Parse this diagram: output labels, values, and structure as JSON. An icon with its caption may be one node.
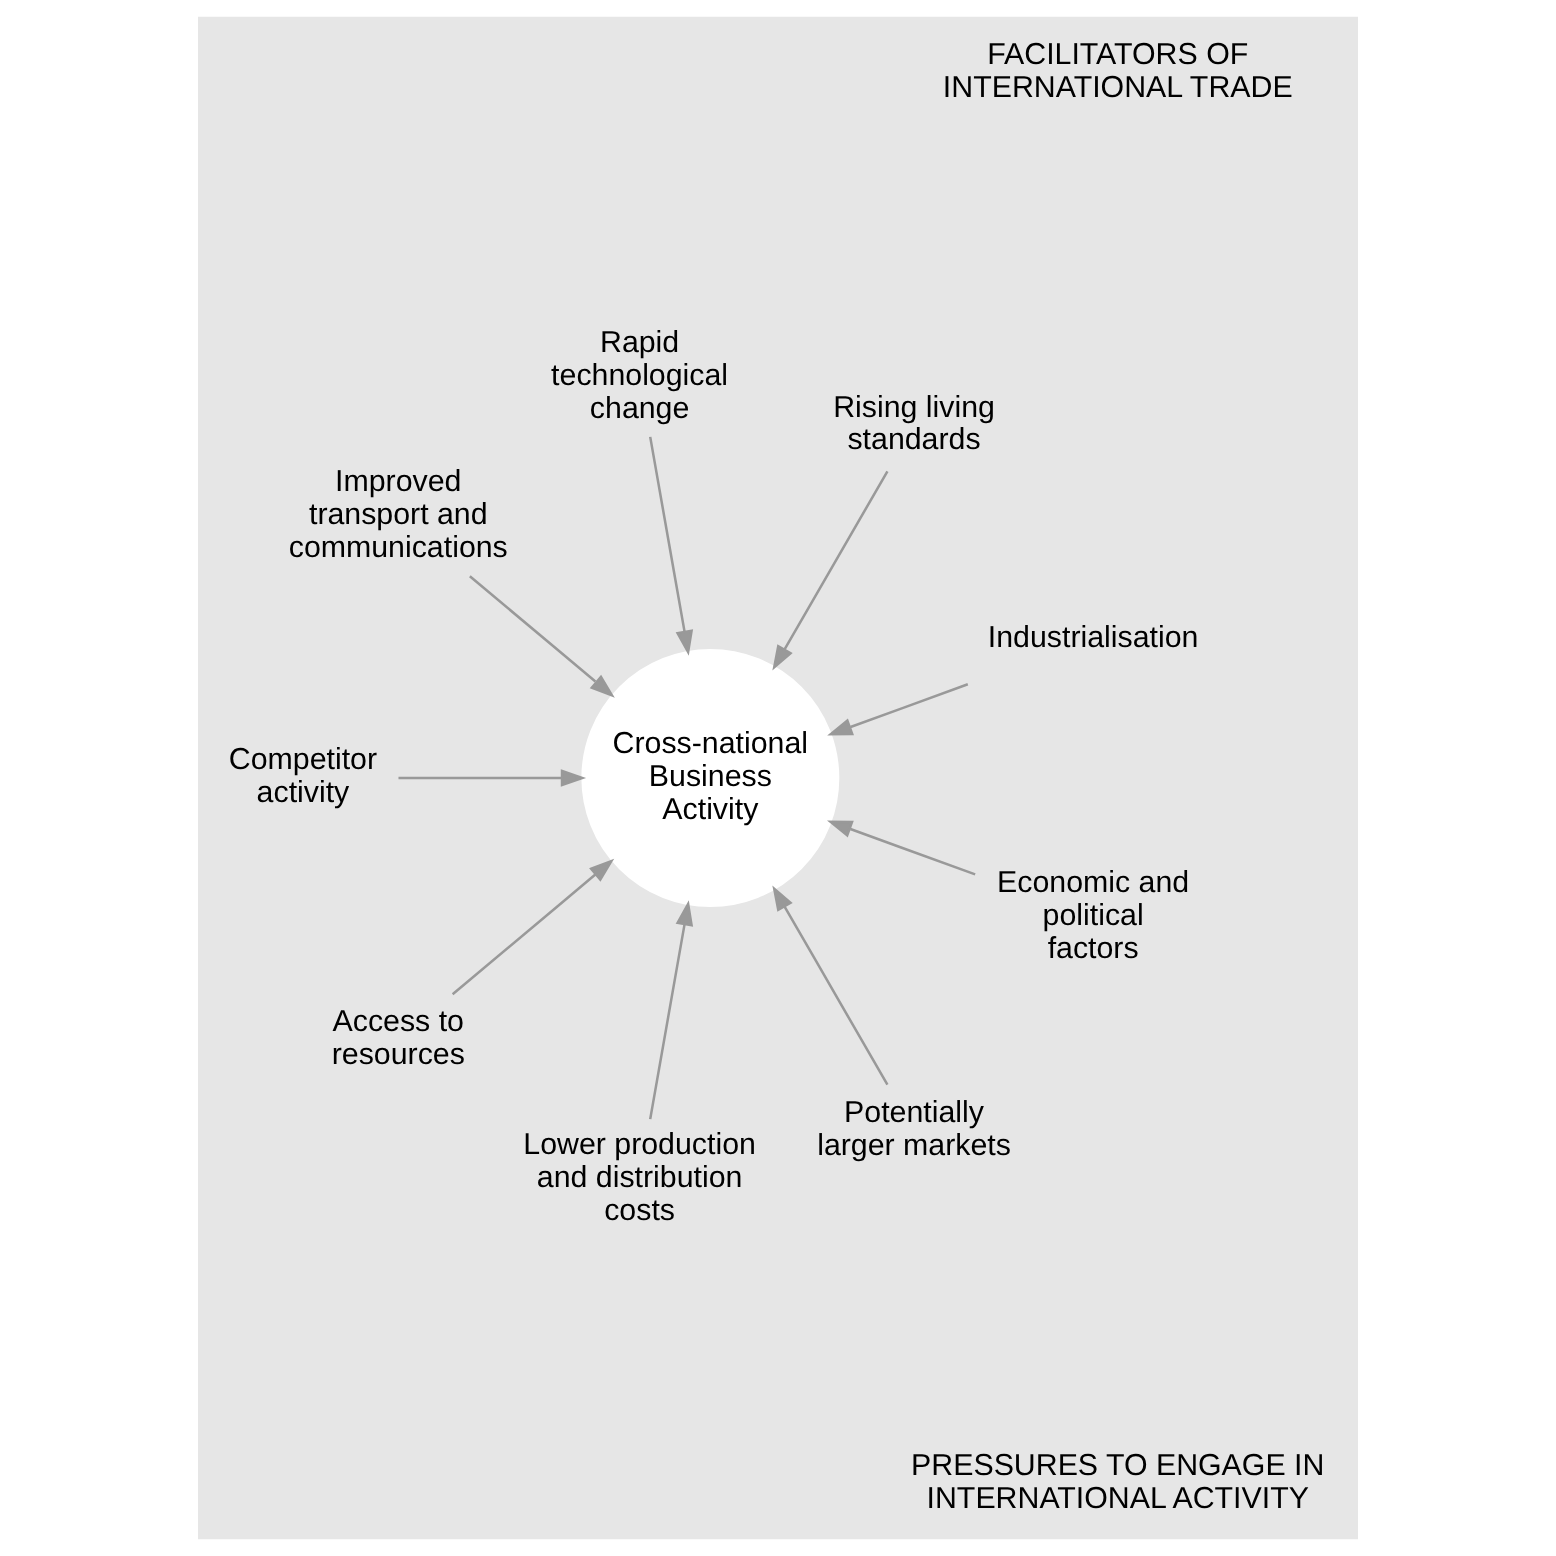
{
  "diagram": {
    "nodes": [
      {
        "text": [
          "Industrialisation"
        ]
      },
      {
        "text": [
          "Rising living standards"
        ]
      },
      {
        "text": [
          "Rapid technological change"
        ]
      },
      {
        "text": [
          "Improved transport and communications"
        ]
      },
      {
        "text": [
          "Competitor activity"
        ]
      },
      {
        "text": [
          "Cross-national Business Activity"
        ]
      },
      {
        "text": [
          "Access to resources"
        ]
      },
      {
        "text": [
          "Lower production and distribution costs"
        ]
      },
      {
        "text": [
          "Potentially larger markets"
        ]
      },
      {
        "text": [
          "Economic and political factors"
        ]
      }
    ],
    "edges": [
      {
        "from": 0,
        "to": 5,
        "arrow": "to"
      },
      {
        "from": 1,
        "to": 5,
        "arrow": "to"
      },
      {
        "from": 2,
        "to": 5,
        "arrow": "to"
      },
      {
        "from": 3,
        "to": 5,
        "arrow": "to"
      },
      {
        "from": 4,
        "to": 5,
        "arrow": "to"
      },
      {
        "from": 6,
        "to": 5,
        "arrow": "to"
      },
      {
        "from": 7,
        "to": 5,
        "arrow": "to"
      },
      {
        "from": 8,
        "to": 5,
        "arrow": "to"
      },
      {
        "from": 9,
        "to": 5,
        "arrow": "to"
      }
    ],
    "labels": [
      "FACILITATORS OF INTERNATIONAL TRADE",
      "PRESSURES TO ENGAGE IN INTERNATIONAL ACTIVITY"
    ]
  }
}
